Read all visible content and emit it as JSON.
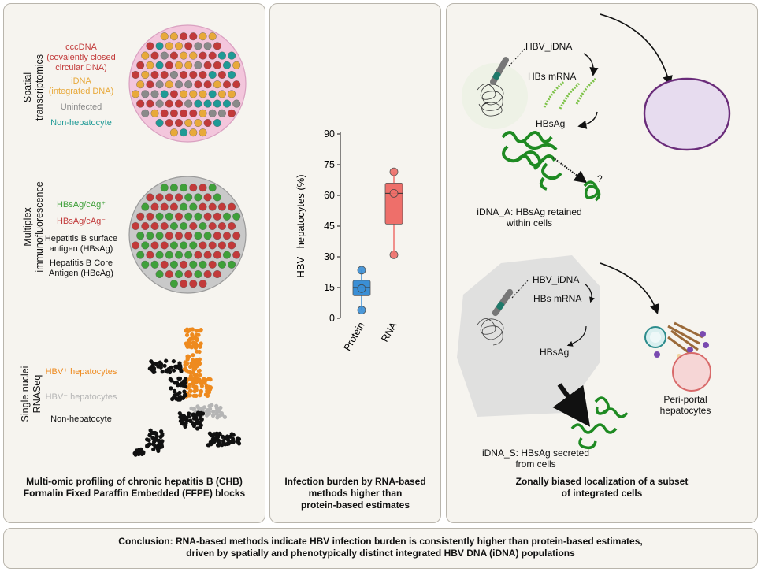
{
  "panel1": {
    "spatial_label_l1": "Spatial",
    "spatial_label_l2": "transcriptomics",
    "spatial_legend": [
      {
        "lines": [
          "cccDNA",
          "(covalently closed",
          "circular DNA)"
        ],
        "color": "#c23a3a"
      },
      {
        "lines": [
          "iDNA",
          "(integrated DNA)"
        ],
        "color": "#e8a93a"
      },
      {
        "lines": [
          "Uninfected"
        ],
        "color": "#8a8a8a"
      },
      {
        "lines": [
          "Non-hepatocyte"
        ],
        "color": "#1f9a96"
      }
    ],
    "if_label_l1": "Multiplex",
    "if_label_l2": "immunofluorescence",
    "if_legend": [
      {
        "lines": [
          "HBsAg/cAg⁺"
        ],
        "color": "#3fa03a"
      },
      {
        "lines": [
          "HBsAg/cAg⁻"
        ],
        "color": "#c23a3a"
      },
      {
        "lines": [
          "Hepatitis B surface",
          "antigen (HBsAg)"
        ],
        "color": "#111111"
      },
      {
        "lines": [
          "Hepatitis B Core",
          "Antigen (HBcAg)"
        ],
        "color": "#111111"
      }
    ],
    "sn_label_l1": "Single nuclei",
    "sn_label_l2": "RNASeq",
    "sn_legend": [
      {
        "lines": [
          "HBV⁺ hepatocytes"
        ],
        "color": "#ee8a1e"
      },
      {
        "lines": [
          "HBV⁻ hepatocytes"
        ],
        "color": "#b5b5b5"
      },
      {
        "lines": [
          "Non-hepatocyte"
        ],
        "color": "#111111"
      }
    ],
    "caption_l1": "Multi-omic profiling of chronic hepatitis B (CHB)",
    "caption_l2": "Formalin Fixed Paraffin Embedded (FFPE) blocks",
    "colors": {
      "cccdna": "#c23a3a",
      "idna": "#e8a93a",
      "uninfected": "#8a8a8a",
      "nonhep": "#1f9a96",
      "if_pos": "#3fa03a",
      "if_neg": "#c23a3a",
      "hbv_pos": "#ee8a1e",
      "hbv_neg": "#b5b5b5",
      "black": "#111111"
    }
  },
  "panel2": {
    "chart_data": {
      "type": "box",
      "ylabel": "HBV⁺ hepatocytes (%)",
      "ylim": [
        0,
        90
      ],
      "yticks": [
        0,
        15,
        30,
        45,
        60,
        75,
        90
      ],
      "categories": [
        "Protein",
        "RNA"
      ],
      "series": [
        {
          "category": "Protein",
          "points": [
            4,
            14.5,
            23.5
          ],
          "box": {
            "q1": 11,
            "median": 15,
            "q3": 18.5
          },
          "whisker": [
            4,
            23.5
          ],
          "color": "#3a8fd6"
        },
        {
          "category": "RNA",
          "points": [
            31,
            61,
            71.5
          ],
          "box": {
            "q1": 46,
            "median": 61,
            "q3": 66
          },
          "whisker": [
            31,
            71.5
          ],
          "color": "#ee6f6a"
        }
      ]
    },
    "caption_l1": "Infection burden by RNA-based",
    "caption_l2": "methods higher than",
    "caption_l3": "protein-based estimates"
  },
  "panel3": {
    "a_hbv_idna": "HBV_iDNA",
    "a_hbs_mrna": "HBs mRNA",
    "a_hbsag": "HBsAg",
    "a_question": "?",
    "a_caption_l1": "iDNA_A: HBsAg retained",
    "a_caption_l2": "within cells",
    "s_hbv_idna": "HBV_iDNA",
    "s_hbs_mrna": "HBs mRNA",
    "s_hbsag": "HBsAg",
    "s_caption_l1": "iDNA_S: HBsAg secreted",
    "s_caption_l2": "from cells",
    "periportal_l1": "Peri-portal",
    "periportal_l2": "hepatocytes",
    "caption_l1": "Zonally biased localization of a subset",
    "caption_l2": "of integrated cells"
  },
  "conclusion": {
    "line1": "Conclusion: RNA-based methods indicate HBV infection burden is consistently higher than protein-based estimates,",
    "line2": "driven by spatially and phenotypically distinct integrated HBV DNA (iDNA) populations"
  }
}
